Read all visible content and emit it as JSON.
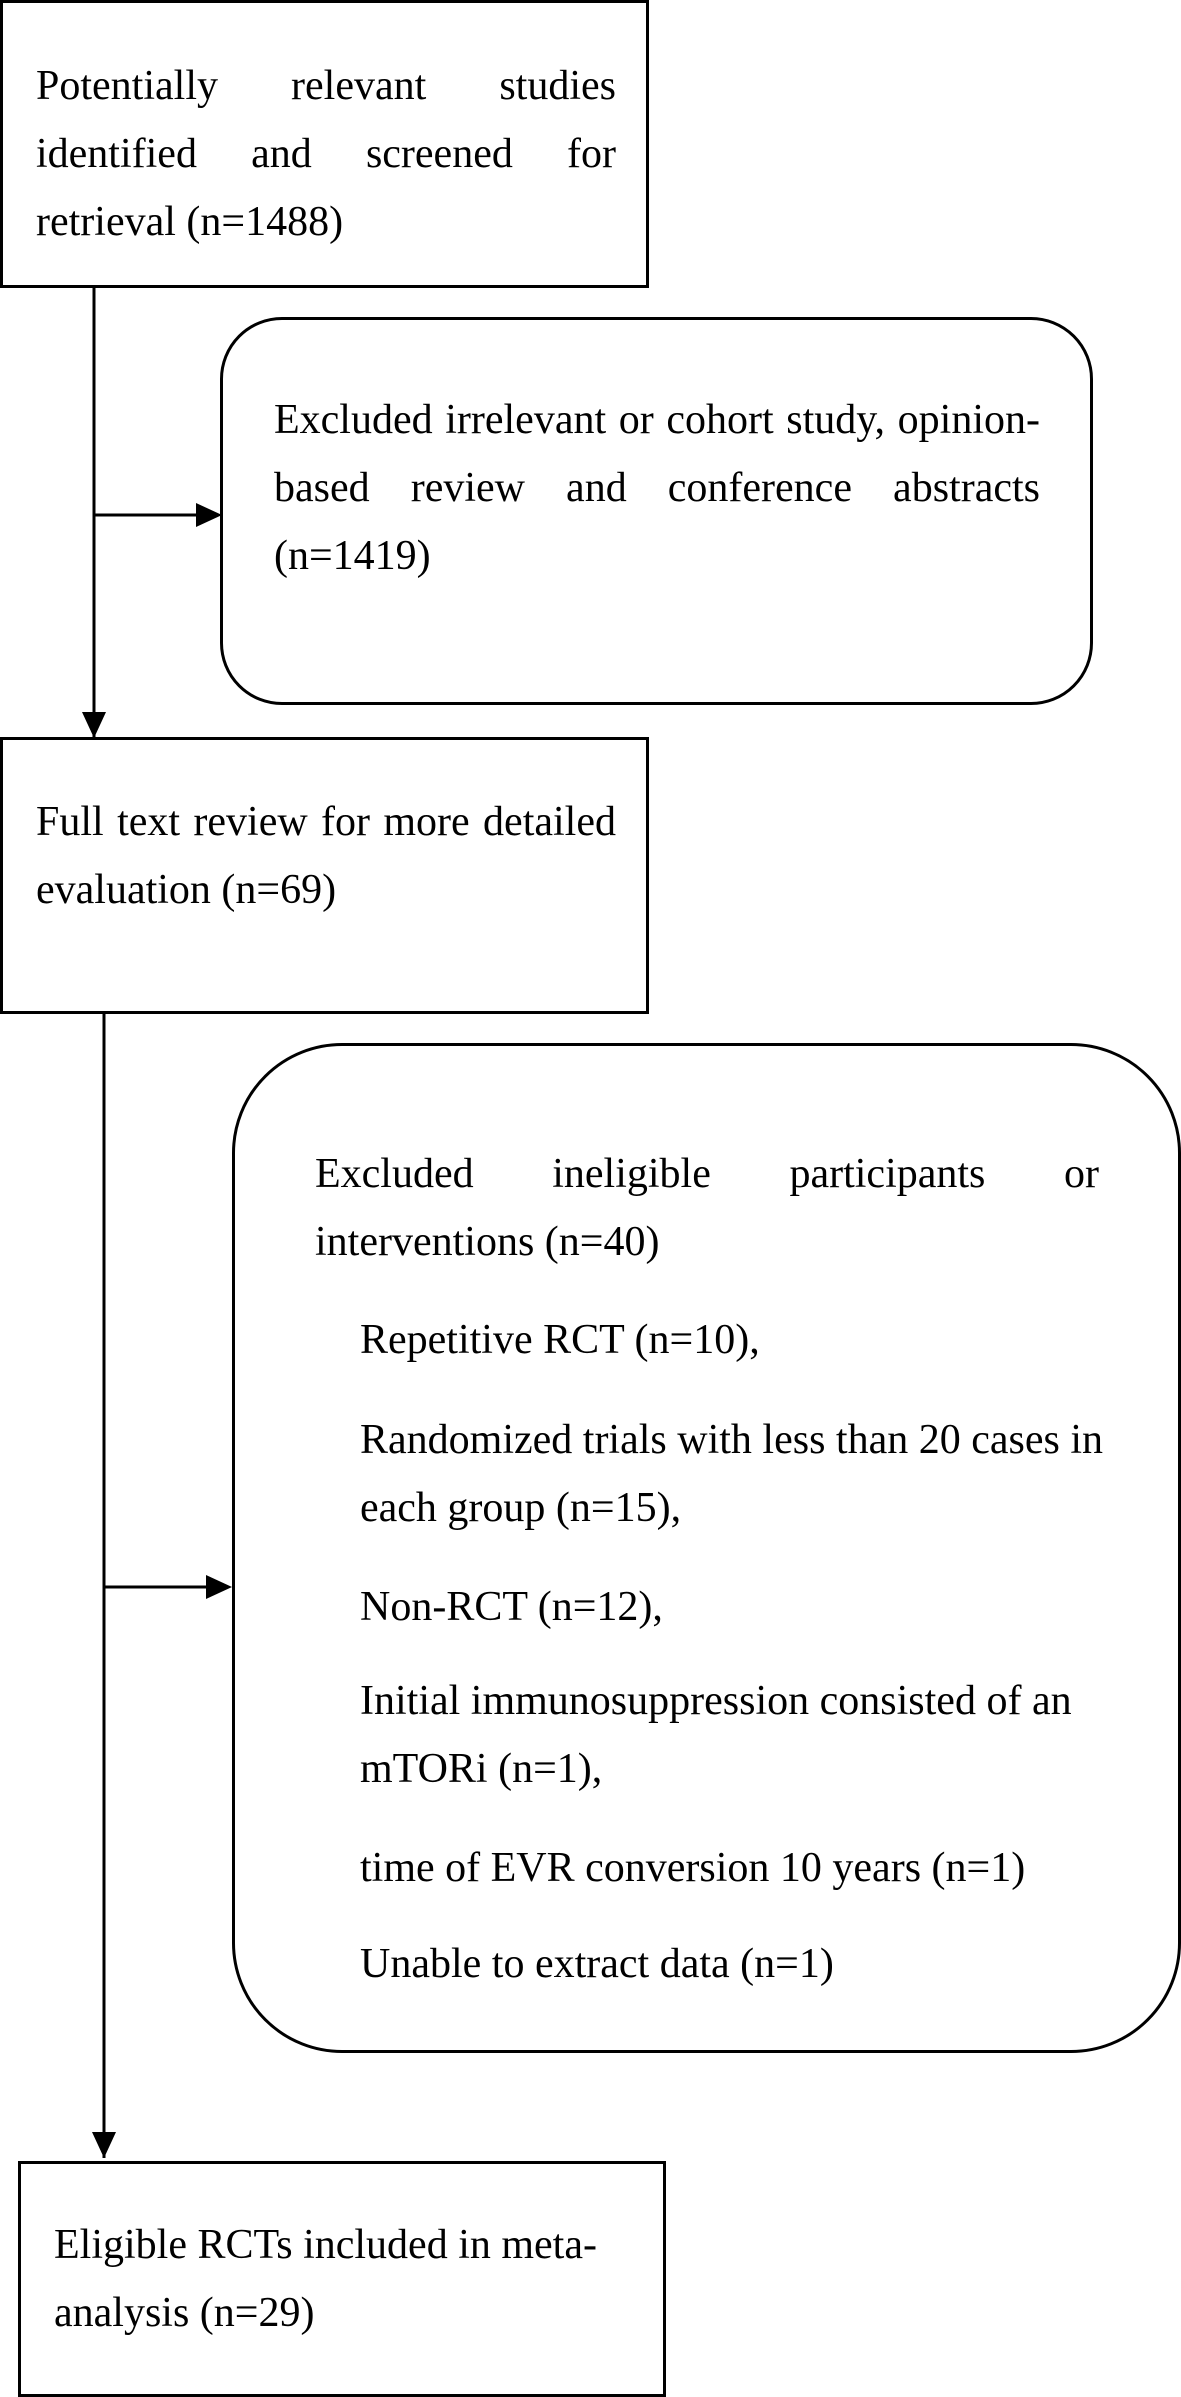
{
  "diagram": {
    "identified": {
      "text": "Potentially relevant studies identified and screened for retrieval (n=1488)"
    },
    "excluded_first": {
      "text": "Excluded irrelevant or cohort study, opinion-based review and conference abstracts (n=1419)"
    },
    "full_text_review": {
      "text": "Full text review for more detailed evaluation (n=69)"
    },
    "excluded_second": {
      "heading": "Excluded ineligible participants or interventions (n=40)",
      "reasons": [
        "Repetitive RCT (n=10),",
        "Randomized trials with less than 20 cases in each group (n=15),",
        "Non-RCT (n=12),",
        "Initial immunosuppression consisted of an mTORi (n=1),",
        "time of EVR conversion 10 years (n=1)",
        "Unable to extract data (n=1)"
      ]
    },
    "included": {
      "text": "Eligible RCTs included in meta-analysis (n=29)"
    }
  }
}
